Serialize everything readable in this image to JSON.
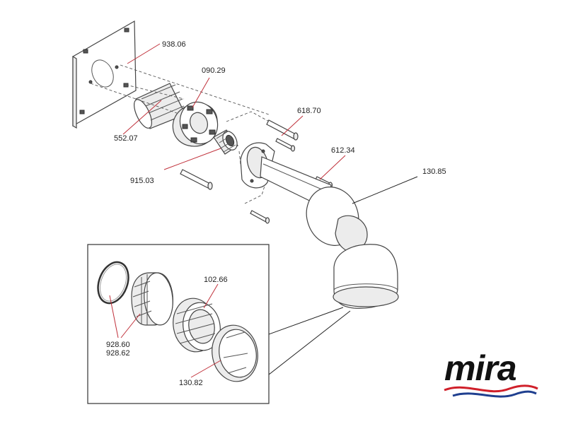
{
  "labels": {
    "l938_06": "938.06",
    "l090_29": "090.29",
    "l552_07": "552.07",
    "l915_03": "915.03",
    "l618_70": "618.70",
    "l612_34": "612.34",
    "l130_85": "130.85",
    "l102_66": "102.66",
    "l928_60": "928.60",
    "l928_62": "928.62",
    "l130_82": "130.82"
  },
  "logo": {
    "text": "mira",
    "colors": {
      "text": "#111111",
      "wave_red": "#d0202a",
      "wave_blue": "#1f3f8f"
    }
  },
  "colors": {
    "leader_red": "#c0303a",
    "leader_black": "#222222",
    "line": "#444444"
  }
}
